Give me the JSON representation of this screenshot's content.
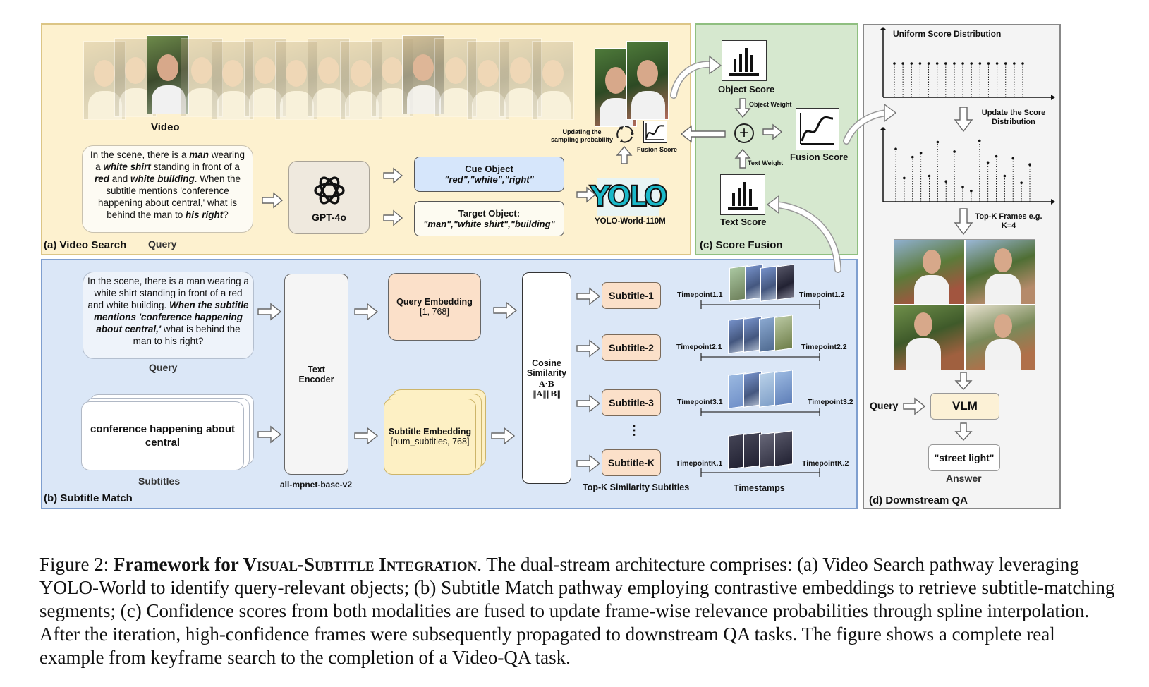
{
  "video_search": {
    "panel_label": "(a) Video Search",
    "video_label": "Video",
    "query_label": "Query",
    "query_text_parts": [
      "In the scene, there is a ",
      "man",
      " wearing a ",
      "white shirt",
      " standing in front of a ",
      "red",
      " and ",
      "white building",
      ". When the subtitle mentions 'conference happening about central,' what is behind the man to ",
      "his right",
      "?"
    ],
    "gpt_label": "GPT-4o",
    "cue_title": "Cue Object",
    "cue_values": "\"red\",\"white\",\"right\"",
    "target_title": "Target Object:",
    "target_values": "\"man\",\"white shirt\",\"building\"",
    "yolo_logo": "YOLO",
    "yolo_label": "YOLO-World-110M",
    "updating_label": "Updating the sampling probability",
    "fusion_small_label": "Fusion Score"
  },
  "score_fusion": {
    "panel_label": "(c) Score Fusion",
    "object_score": "Object Score",
    "object_weight": "Object Weight",
    "text_weight": "Text Weight",
    "fusion_score": "Fusion Score",
    "text_score": "Text Score"
  },
  "downstream": {
    "panel_label": "(d) Downstream QA",
    "uniform_title": "Uniform Score Distribution",
    "update_label": "Update the Score Distribution",
    "topk_label": "Top-K Frames e.g. K=4",
    "query_label": "Query",
    "vlm_label": "VLM",
    "answer_value": "\"street light\"",
    "answer_label": "Answer",
    "uniform_values": [
      1,
      1,
      1,
      1,
      1,
      1,
      1,
      1,
      1,
      1,
      1,
      1,
      1,
      1,
      1,
      1
    ],
    "updated_values": [
      0.78,
      0.35,
      0.66,
      0.72,
      0.38,
      0.88,
      0.3,
      0.74,
      0.22,
      0.16,
      0.9,
      0.58,
      0.67,
      0.38,
      0.64,
      0.28,
      0.55
    ]
  },
  "subtitle_match": {
    "panel_label": "(b) Subtitle Match",
    "query_text_parts": [
      "In the scene, there is a man wearing a white shirt standing in front of a red and white building. ",
      "When the subtitle mentions 'conference happening about central,'",
      " what is behind the man to his right?"
    ],
    "query_label": "Query",
    "subtitle_text": "conference happening about central",
    "subtitles_label": "Subtitles",
    "encoder_label": "Text Encoder",
    "encoder_model": "all-mpnet-base-v2",
    "query_embedding_title": "Query Embedding",
    "query_embedding_shape": "[1, 768]",
    "subtitle_embedding_title": "Subtitle Embedding",
    "subtitle_embedding_shape": "[num_subtitles, 768]",
    "cosine_label": "Cosine Similarity",
    "cosine_formula_num": "A·B",
    "cosine_formula_den": "‖A‖‖B‖",
    "subtitles": [
      {
        "label": "Subtitle-1",
        "tp_start": "Timepoint1.1",
        "tp_end": "Timepoint1.2"
      },
      {
        "label": "Subtitle-2",
        "tp_start": "Timepoint2.1",
        "tp_end": "Timepoint2.2"
      },
      {
        "label": "Subtitle-3",
        "tp_start": "Timepoint3.1",
        "tp_end": "Timepoint3.2"
      },
      {
        "label": "Subtitle-K",
        "tp_start": "TimepointK.1",
        "tp_end": "TimepointK.2"
      }
    ],
    "ellipsis": "⋮",
    "topk_label": "Top-K Similarity Subtitles",
    "timestamps_label": "Timestamps"
  },
  "caption": {
    "prefix": "Figure 2: ",
    "bold_a": "Framework for V",
    "bold_b": "isual",
    "bold_c": "-S",
    "bold_d": "ubtitle",
    "bold_e": " I",
    "bold_f": "ntegration",
    "rest": ". The dual-stream architecture comprises: (a) Video Search pathway leveraging YOLO-World to identify query-relevant objects; (b) Subtitle Match pathway employing contrastive embeddings to retrieve subtitle-matching segments; (c) Confidence scores from both modalities are fused to update frame-wise relevance probabilities through spline interpolation. After the iteration, high-confidence frames were subsequently propagated to downstream QA tasks. The figure shows a complete real example from keyframe search to the completion of a Video-QA task."
  },
  "colors": {
    "video_panel": "#fdf1cf",
    "video_border": "#dcc585",
    "fusion_panel": "#d6e8cf",
    "fusion_border": "#8fbf80",
    "subtitle_panel": "#dbe7f7",
    "subtitle_border": "#7f9fcf",
    "cue_box": "#d6e6fb",
    "embed_orange": "#fbe0c9",
    "embed_yellow": "#fdf0c4"
  }
}
